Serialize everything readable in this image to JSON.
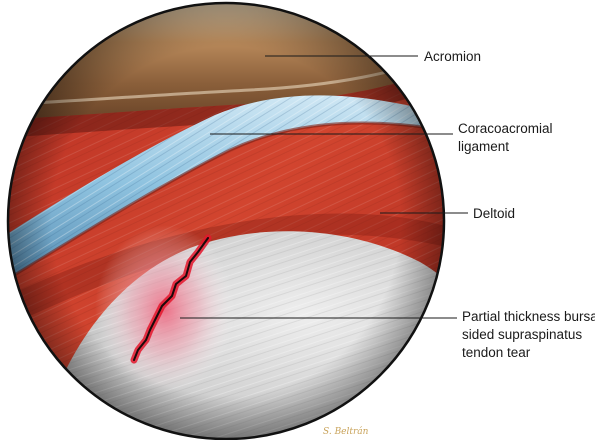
{
  "labels": {
    "acromion": "Acromion",
    "coracoacromial_line1": "Coracoacromial",
    "coracoacromial_line2": "ligament",
    "deltoid": "Deltoid",
    "tear_line1": "Partial thickness bursal",
    "tear_line2": "sided supraspinatus",
    "tear_line3": "tendon tear"
  },
  "signature": "S. Beltrán",
  "colors": {
    "background": "#ffffff",
    "outline": "#111111",
    "bone": "#b8895a",
    "ligament": "#8fc3e0",
    "muscle": "#c8392a",
    "tendon": "#d6d6d6",
    "tear": "#e3162b"
  }
}
